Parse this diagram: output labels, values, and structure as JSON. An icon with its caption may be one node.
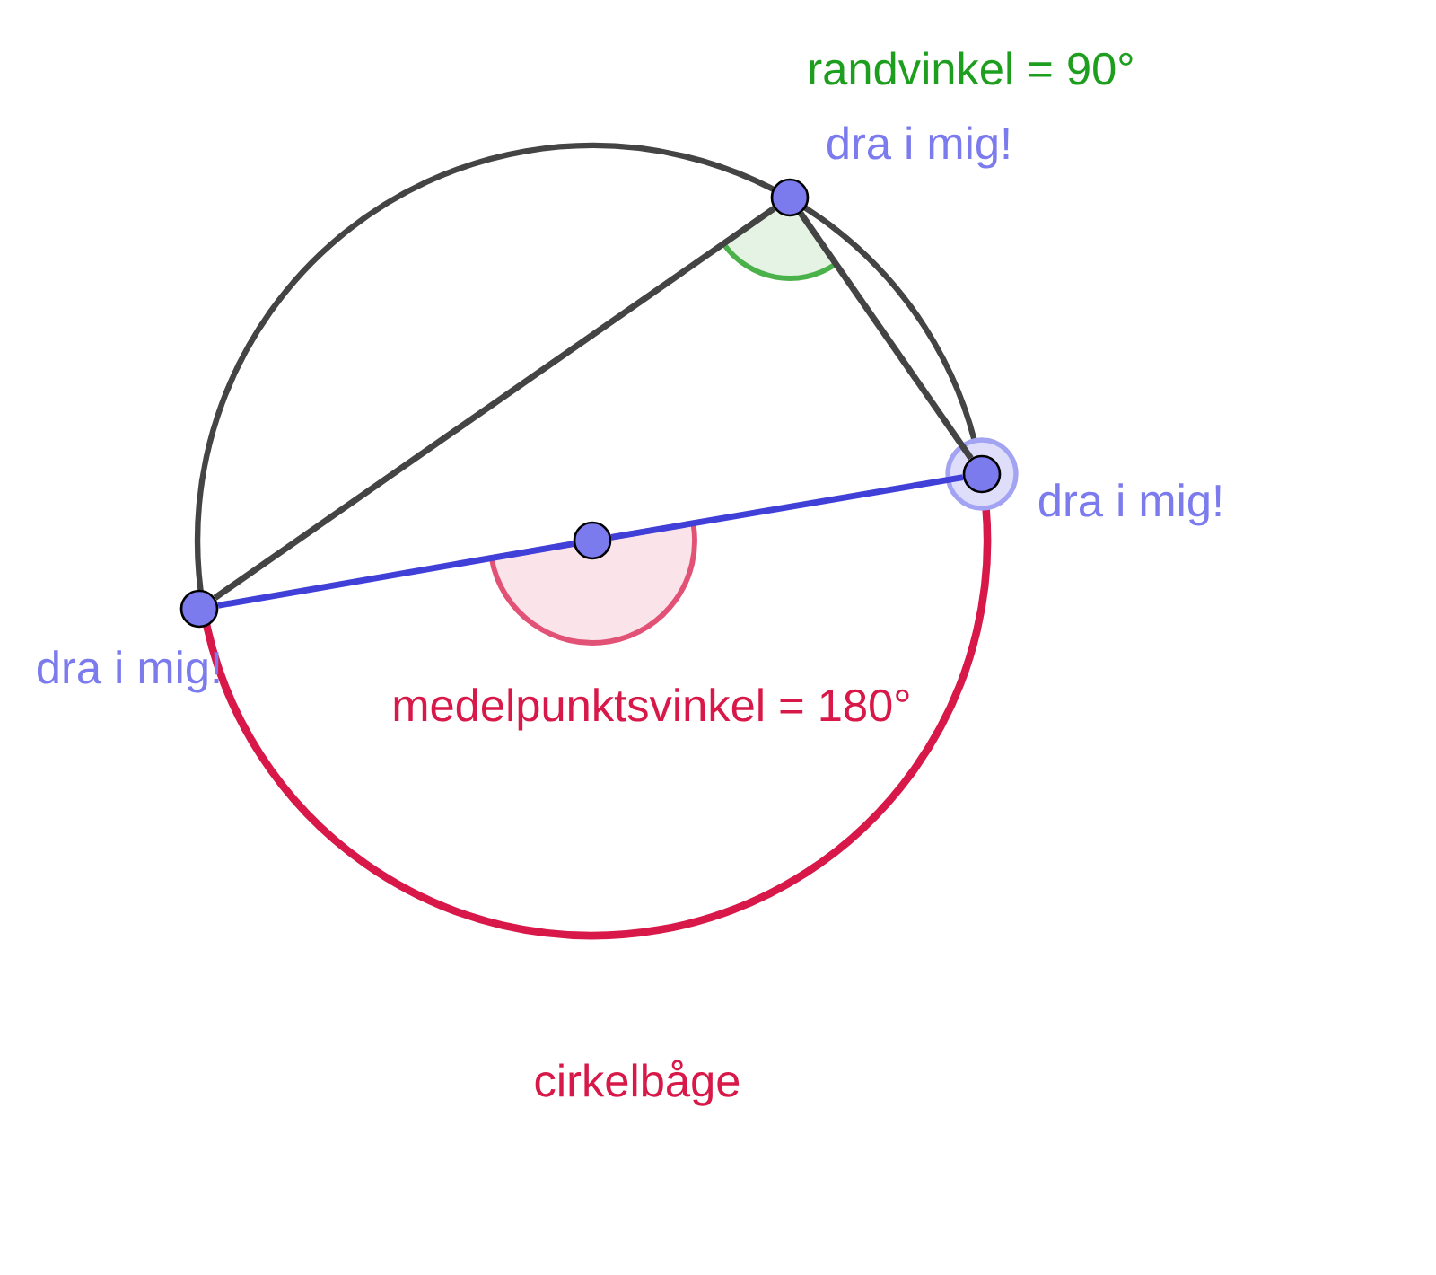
{
  "diagram": {
    "nodes": [
      {
        "text": [],
        "shape": "circle",
        "beside": [
          "dra i mig!"
        ]
      },
      {
        "text": [],
        "shape": "circle",
        "beside": [
          "dra i mig!"
        ]
      },
      {
        "text": [],
        "shape": "circle",
        "beside": [
          "dra i mig!"
        ]
      },
      {
        "text": [],
        "shape": "circle"
      }
    ],
    "edges": [
      {
        "from": 2,
        "to": 0,
        "arrow": "none",
        "color": "#444444"
      },
      {
        "from": 0,
        "to": 1,
        "arrow": "none",
        "color": "#444444"
      },
      {
        "from": 2,
        "to": 3,
        "arrow": "none",
        "color": "#4040d8"
      },
      {
        "from": 3,
        "to": 1,
        "arrow": "none",
        "color": "#4040d8"
      }
    ],
    "labels": [
      "randvinkel = 90°",
      "medelpunktsvinkel = 180°",
      "cirkelbåge"
    ]
  }
}
